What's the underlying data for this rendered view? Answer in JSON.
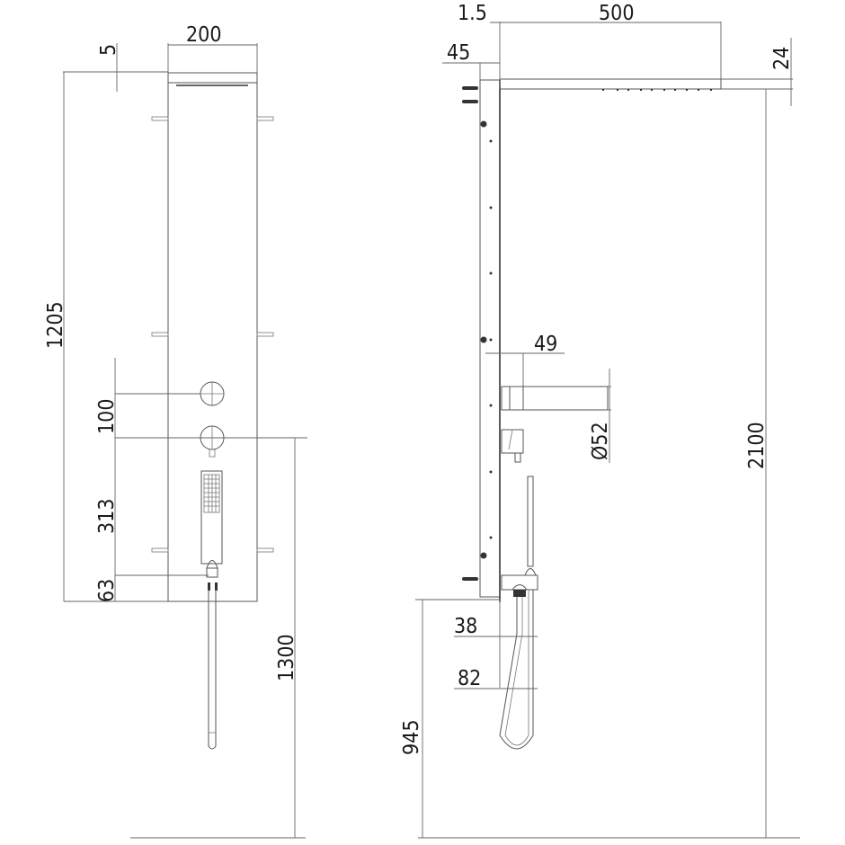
{
  "title": "Shower panel technical drawing",
  "colors": {
    "line": "#555555",
    "text": "#1a1a1a",
    "background": "#ffffff"
  },
  "front_view": {
    "dimensions": {
      "panel_width": "200",
      "top_offset": "5",
      "panel_height": "1205",
      "valve_spacing": "100",
      "valve_to_outlet": "313",
      "outlet_to_bottom": "63",
      "valve_height_from_floor": "1300"
    }
  },
  "side_view": {
    "dimensions": {
      "head_gap": "1.5",
      "rain_head_length": "500",
      "panel_depth": "45",
      "rain_head_thickness": "24",
      "spout_projection": "49",
      "spout_diameter": "Ø52",
      "hose_offset_1": "38",
      "hose_offset_2": "82",
      "panel_bottom_from_floor": "945",
      "total_height_from_floor": "2100"
    }
  }
}
